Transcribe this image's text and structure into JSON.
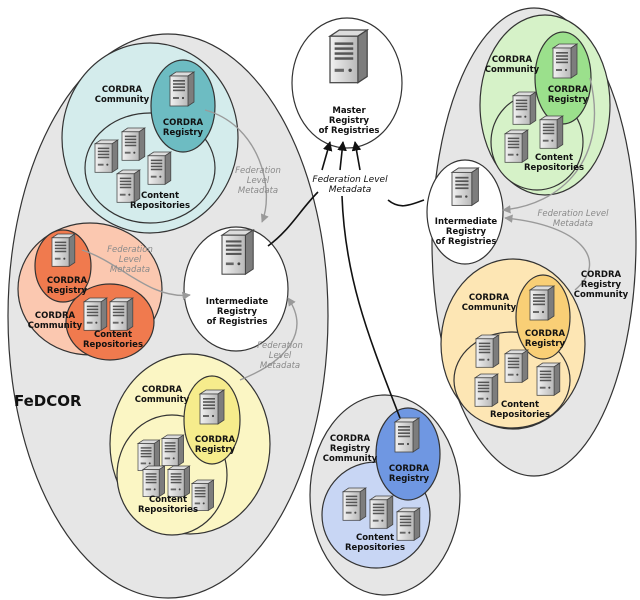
{
  "colors": {
    "outer": "#e6e6e6",
    "teal_light": "#d4ecec",
    "teal": "#6dbcc2",
    "red_light": "#fbc8b0",
    "red": "#f07a4e",
    "yellow_light": "#fbf6c4",
    "yellow": "#f6ec8c",
    "green_light": "#d6f2c8",
    "green": "#9be08c",
    "orange_light": "#fde6b4",
    "orange": "#f9cf76",
    "blue_light": "#c8d6f4",
    "blue": "#6f97e2"
  },
  "labels": {
    "master": [
      "Master",
      "Registry",
      "of Registries"
    ],
    "intermediate": [
      "Intermediate",
      "Registry",
      "of Registries"
    ],
    "fed_level_metadata": [
      "Federation Level",
      "Metadata"
    ],
    "fed_level_metadata_3": [
      "Federation",
      "Level",
      "Metadata"
    ],
    "cordra_registry": [
      "CORDRA",
      "Registry"
    ],
    "cordra_community": [
      "CORDRA",
      "Community"
    ],
    "cordra_registry_community": [
      "CORDRA",
      "Registry",
      "Community"
    ],
    "content_repositories": [
      "Content",
      "Repositories"
    ],
    "fedcor": "FeDCOR"
  }
}
